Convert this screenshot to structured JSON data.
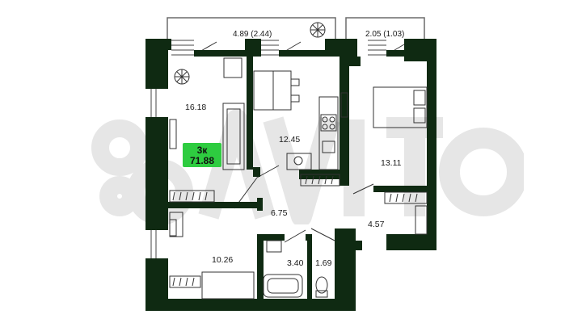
{
  "apartment": {
    "rooms_label": "3к",
    "total_area": "71.88"
  },
  "balconies": [
    {
      "id": "balcony-left",
      "label": "4.89 (2.44)"
    },
    {
      "id": "balcony-right",
      "label": "2.05 (1.03)"
    }
  ],
  "rooms": [
    {
      "id": "living-room",
      "area": "16.18"
    },
    {
      "id": "kitchen",
      "area": "12.45"
    },
    {
      "id": "bedroom-large",
      "area": "13.11"
    },
    {
      "id": "hallway",
      "area": "6.75"
    },
    {
      "id": "corridor",
      "area": "4.57"
    },
    {
      "id": "bedroom-small",
      "area": "10.26"
    },
    {
      "id": "bathroom",
      "area": "3.40"
    },
    {
      "id": "toilet",
      "area": "1.69"
    }
  ],
  "colors": {
    "wall": "#0f2a12",
    "accent": "#2ecc40",
    "watermark": "#e9e9e9"
  },
  "icons": [
    "plant-icon",
    "chair-icon",
    "sofa-icon",
    "table-icon",
    "bed-icon",
    "stove-icon",
    "fridge-icon",
    "sink-icon",
    "bathtub-icon",
    "toilet-icon",
    "desk-icon",
    "wardrobe-icon",
    "radiator-icon"
  ]
}
